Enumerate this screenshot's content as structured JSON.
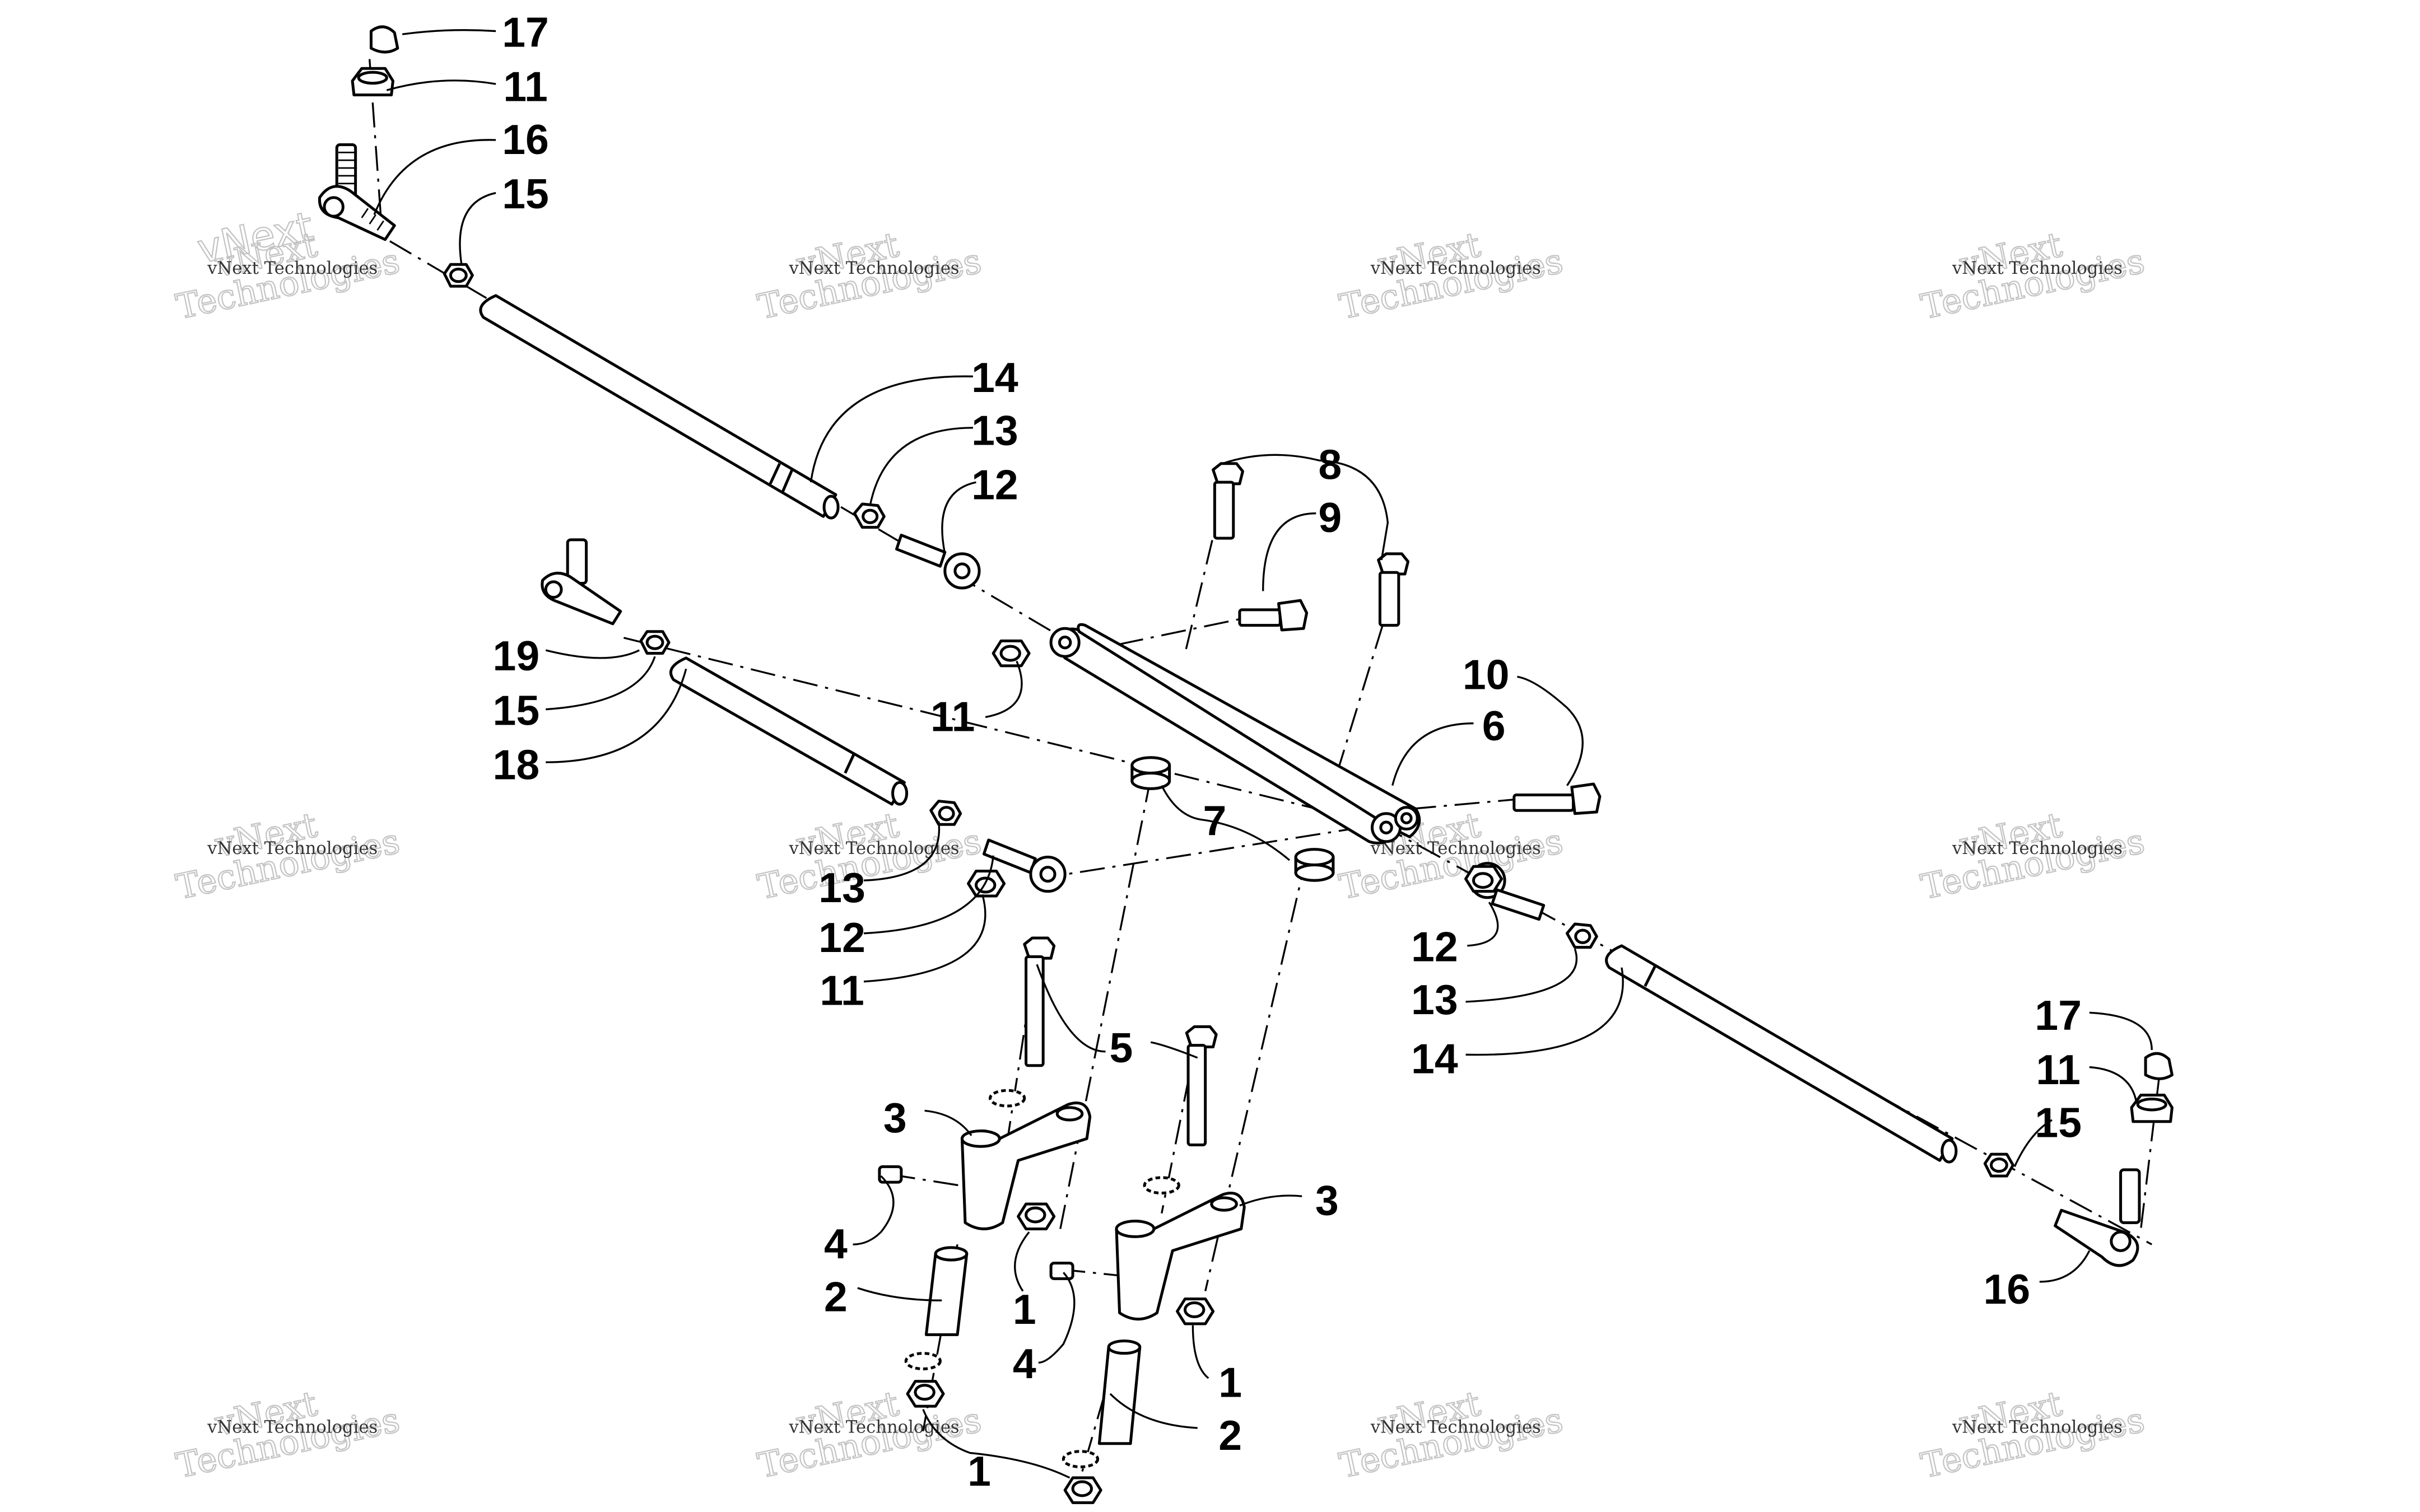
{
  "callouts": {
    "c1a": "1",
    "c1b": "1",
    "c1c": "1",
    "c2a": "2",
    "c2b": "2",
    "c3a": "3",
    "c3b": "3",
    "c4a": "4",
    "c4b": "4",
    "c5": "5",
    "c6": "6",
    "c7": "7",
    "c8": "8",
    "c9": "9",
    "c10": "10",
    "c11a": "11",
    "c11b": "11",
    "c11c": "11",
    "c11d": "11",
    "c12a": "12",
    "c12b": "12",
    "c12c": "12",
    "c13a": "13",
    "c13b": "13",
    "c13c": "13",
    "c14a": "14",
    "c14b": "14",
    "c15a": "15",
    "c15b": "15",
    "c15c": "15",
    "c16a": "16",
    "c16b": "16",
    "c17a": "17",
    "c17b": "17",
    "c18": "18",
    "c19": "19"
  },
  "watermark": {
    "small": "vNext Technologies",
    "big_line1": "vNext",
    "big_line2": "Technologies"
  }
}
